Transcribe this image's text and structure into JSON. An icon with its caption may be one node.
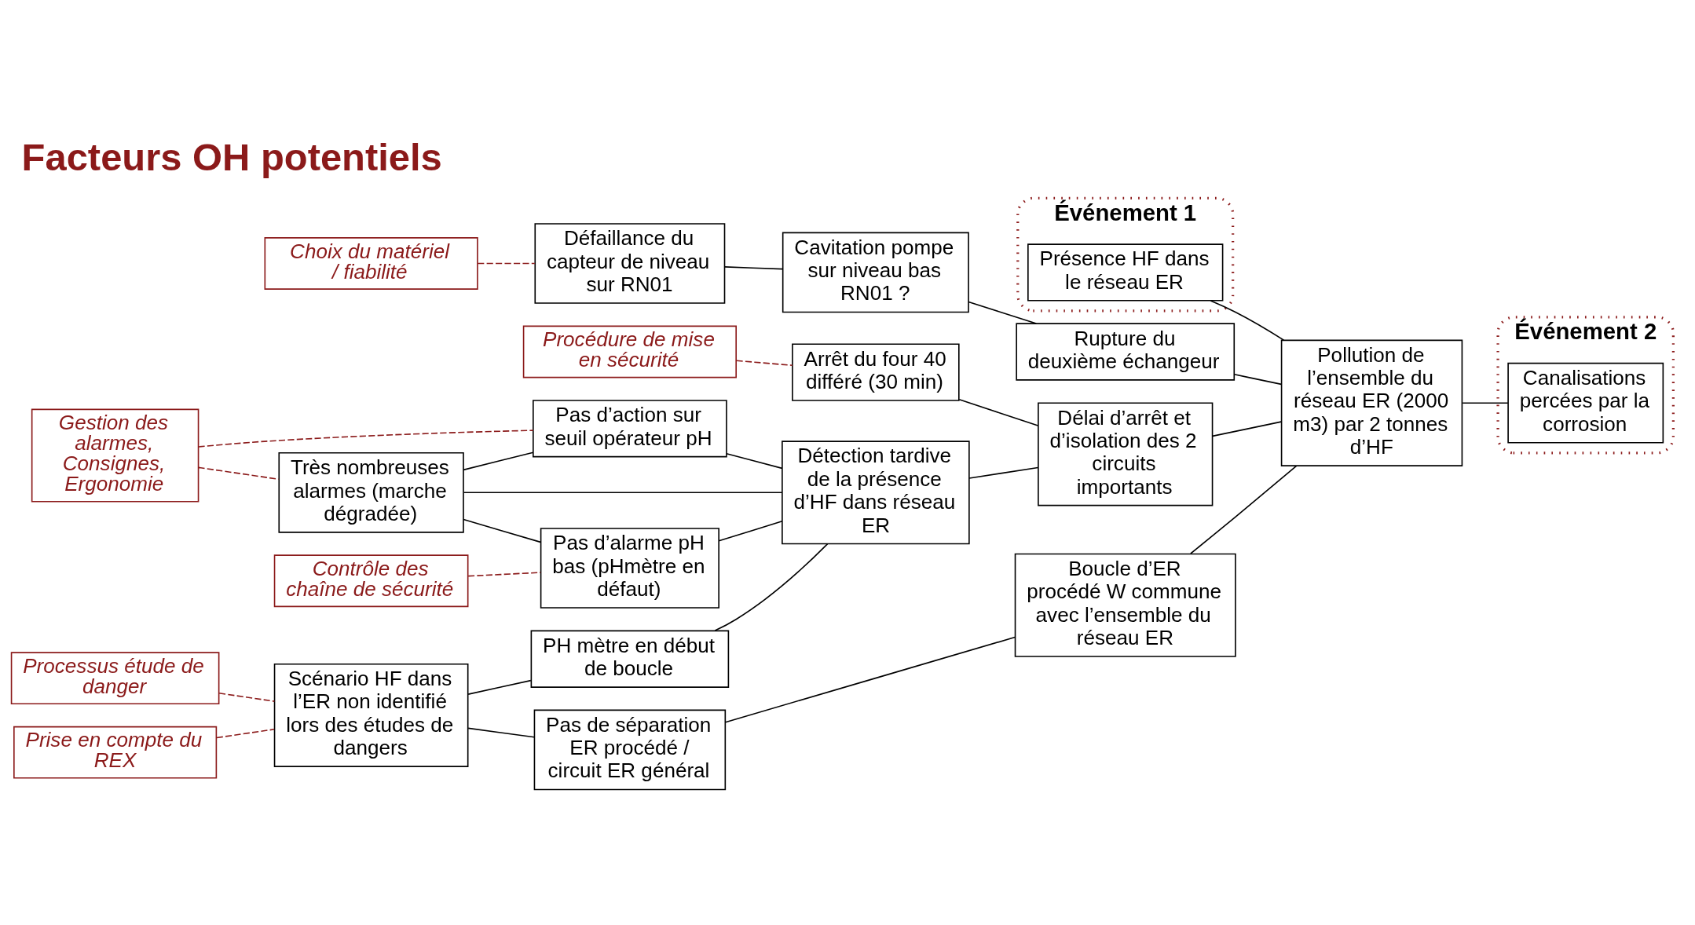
{
  "diagram": {
    "title": "Facteurs OH potentiels",
    "nodes": [
      {
        "text": [
          "Événement 1"
        ]
      },
      {
        "text": [
          "Présence HF dans le réseau ER"
        ],
        "in": 0
      },
      {
        "text": [
          "Choix du matériel / fiabilité"
        ]
      },
      {
        "text": [
          "Défaillance du capteur de niveau sur RN01"
        ]
      },
      {
        "text": [
          "Cavitation pompe sur niveau bas RN01 ?"
        ]
      },
      {
        "text": [
          "Rupture du deuxième échangeur"
        ]
      },
      {
        "text": [
          "Procédure de mise en sécurité"
        ]
      },
      {
        "text": [
          "Arrêt du four 40 différé (30 min)"
        ]
      },
      {
        "text": [
          "Gestion des alarmes, Consignes, Ergonomie"
        ]
      },
      {
        "text": [
          "Très nombreuses alarmes (marche dégradée)"
        ]
      },
      {
        "text": [
          "Pas d’action sur seuil opérateur pH"
        ]
      },
      {
        "text": [
          "Détection tardive de la présence d’HF dans réseau ER"
        ]
      },
      {
        "text": [
          "Délai d’arrêt et d’isolation des 2 circuits importants"
        ]
      },
      {
        "text": [
          "Pollution de l’ensemble du réseau ER (2000 m3) par 2 tonnes d’HF"
        ]
      },
      {
        "text": [
          "Événement 2"
        ]
      },
      {
        "text": [
          "Canalisations percées par la corrosion"
        ],
        "in": 14
      },
      {
        "text": [
          "Contrôle des chaîne de sécurité"
        ]
      },
      {
        "text": [
          "Pas d’alarme pH bas (pHmètre en défaut)"
        ]
      },
      {
        "text": [
          "PH mètre en début de boucle"
        ]
      },
      {
        "text": [
          "Processus étude de danger"
        ]
      },
      {
        "text": [
          "Prise en compte du REX"
        ]
      },
      {
        "text": [
          "Scénario HF dans l’ER non identifié lors des études de dangers"
        ]
      },
      {
        "text": [
          "Pas de séparation ER procédé / circuit ER général"
        ]
      },
      {
        "text": [
          "Boucle d’ER procédé W commune avec l’ensemble du réseau ER"
        ]
      }
    ],
    "edges": [
      {
        "from": 2,
        "to": 3,
        "arrow": "none",
        "style": "dashed",
        "color": "#8b1a1a"
      },
      {
        "from": 3,
        "to": 4,
        "arrow": "none"
      },
      {
        "from": 4,
        "to": 5,
        "arrow": "none"
      },
      {
        "from": 6,
        "to": 7,
        "arrow": "none",
        "style": "dashed",
        "color": "#8b1a1a"
      },
      {
        "from": 8,
        "to": 10,
        "arrow": "none",
        "style": "dashed",
        "color": "#8b1a1a"
      },
      {
        "from": 8,
        "to": 9,
        "arrow": "none",
        "style": "dashed",
        "color": "#8b1a1a"
      },
      {
        "from": 16,
        "to": 17,
        "arrow": "none",
        "style": "dashed",
        "color": "#8b1a1a"
      },
      {
        "from": 19,
        "to": 21,
        "arrow": "none",
        "style": "dashed",
        "color": "#8b1a1a"
      },
      {
        "from": 20,
        "to": 21,
        "arrow": "none",
        "style": "dashed",
        "color": "#8b1a1a"
      },
      {
        "from": 9,
        "to": 10,
        "arrow": "none"
      },
      {
        "from": 9,
        "to": 17,
        "arrow": "none"
      },
      {
        "from": 9,
        "to": 11,
        "arrow": "none"
      },
      {
        "from": 10,
        "to": 11,
        "arrow": "none"
      },
      {
        "from": 17,
        "to": 11,
        "arrow": "none"
      },
      {
        "from": 21,
        "to": 18,
        "arrow": "none"
      },
      {
        "from": 18,
        "to": 11,
        "arrow": "none"
      },
      {
        "from": 21,
        "to": 22,
        "arrow": "none"
      },
      {
        "from": 22,
        "to": 23,
        "arrow": "none"
      },
      {
        "from": 7,
        "to": 12,
        "arrow": "none"
      },
      {
        "from": 11,
        "to": 12,
        "arrow": "none"
      },
      {
        "from": 1,
        "to": 13,
        "arrow": "none"
      },
      {
        "from": 5,
        "to": 13,
        "arrow": "none"
      },
      {
        "from": 12,
        "to": 13,
        "arrow": "none"
      },
      {
        "from": 23,
        "to": 13,
        "arrow": "none"
      },
      {
        "from": 13,
        "to": 15,
        "arrow": "none"
      }
    ]
  }
}
